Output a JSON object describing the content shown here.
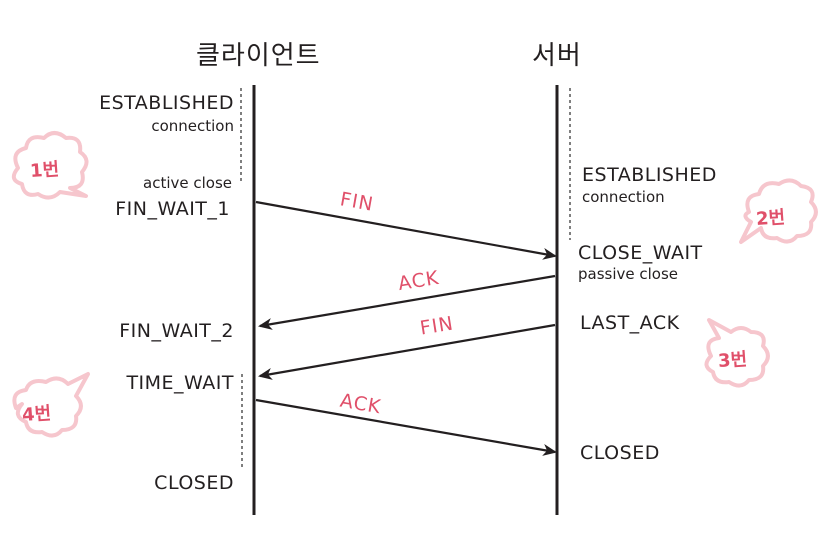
{
  "diagram": {
    "type": "sequence",
    "topic": "TCP 4-way handshake (connection termination)",
    "participants": {
      "client": {
        "label": "클라이언트"
      },
      "server": {
        "label": "서버"
      }
    },
    "client_states": {
      "established": "ESTABLISHED",
      "established_sub": "connection",
      "active_close": "active close",
      "fin_wait_1": "FIN_WAIT_1",
      "fin_wait_2": "FIN_WAIT_2",
      "time_wait": "TIME_WAIT",
      "closed": "CLOSED"
    },
    "server_states": {
      "established": "ESTABLISHED",
      "established_sub": "connection",
      "close_wait": "CLOSE_WAIT",
      "passive_close": "passive close",
      "last_ack": "LAST_ACK",
      "closed": "CLOSED"
    },
    "messages": [
      {
        "label": "FIN",
        "from": "client",
        "to": "server"
      },
      {
        "label": "ACK",
        "from": "server",
        "to": "client"
      },
      {
        "label": "FIN",
        "from": "server",
        "to": "client"
      },
      {
        "label": "ACK",
        "from": "client",
        "to": "server"
      }
    ],
    "steps": [
      {
        "label": "1번"
      },
      {
        "label": "2번"
      },
      {
        "label": "3번"
      },
      {
        "label": "4번"
      }
    ],
    "colors": {
      "line": "#231f20",
      "message_text": "#e0506a",
      "bubble_stroke": "#f6c6cd",
      "bubble_fill": "#ffffff"
    }
  }
}
